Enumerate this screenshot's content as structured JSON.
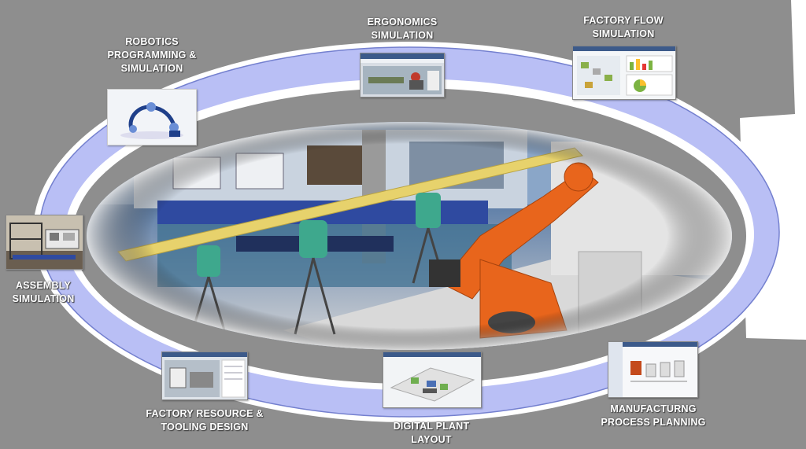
{
  "colors": {
    "gray": "#8e8e8e",
    "ring": "#b9bff5",
    "ring_edge": "#6e79c8",
    "robot_orange": "#e8651c",
    "scanner_green": "#3ea88d",
    "rail_yellow": "#e7d26c"
  },
  "modules": [
    {
      "id": "ergonomics",
      "label": "ERGONOMICS\nSIMULATION",
      "icon": "ergonomics-screenshot"
    },
    {
      "id": "factory-flow",
      "label": "FACTORY FLOW\nSIMULATION",
      "icon": "flow-chart-screenshot"
    },
    {
      "id": "robotics",
      "label": "ROBOTICS\nPROGRAMMING &\nSIMULATION",
      "icon": "robot-arm-image"
    },
    {
      "id": "assembly",
      "label": "ASSEMBLY\nSIMULATION",
      "icon": "assembly-rack-image"
    },
    {
      "id": "tooling",
      "label": "FACTORY RESOURCE &\nTOOLING DESIGN",
      "icon": "tooling-screenshot"
    },
    {
      "id": "layout",
      "label": "DIGITAL PLANT\nLAYOUT",
      "icon": "plant-layout-screenshot"
    },
    {
      "id": "planning",
      "label": "MANUFACTURNG\nPROCESS PLANNING",
      "icon": "process-planning-screenshot"
    }
  ],
  "center_image": {
    "icon": "factory-robot-scene"
  }
}
